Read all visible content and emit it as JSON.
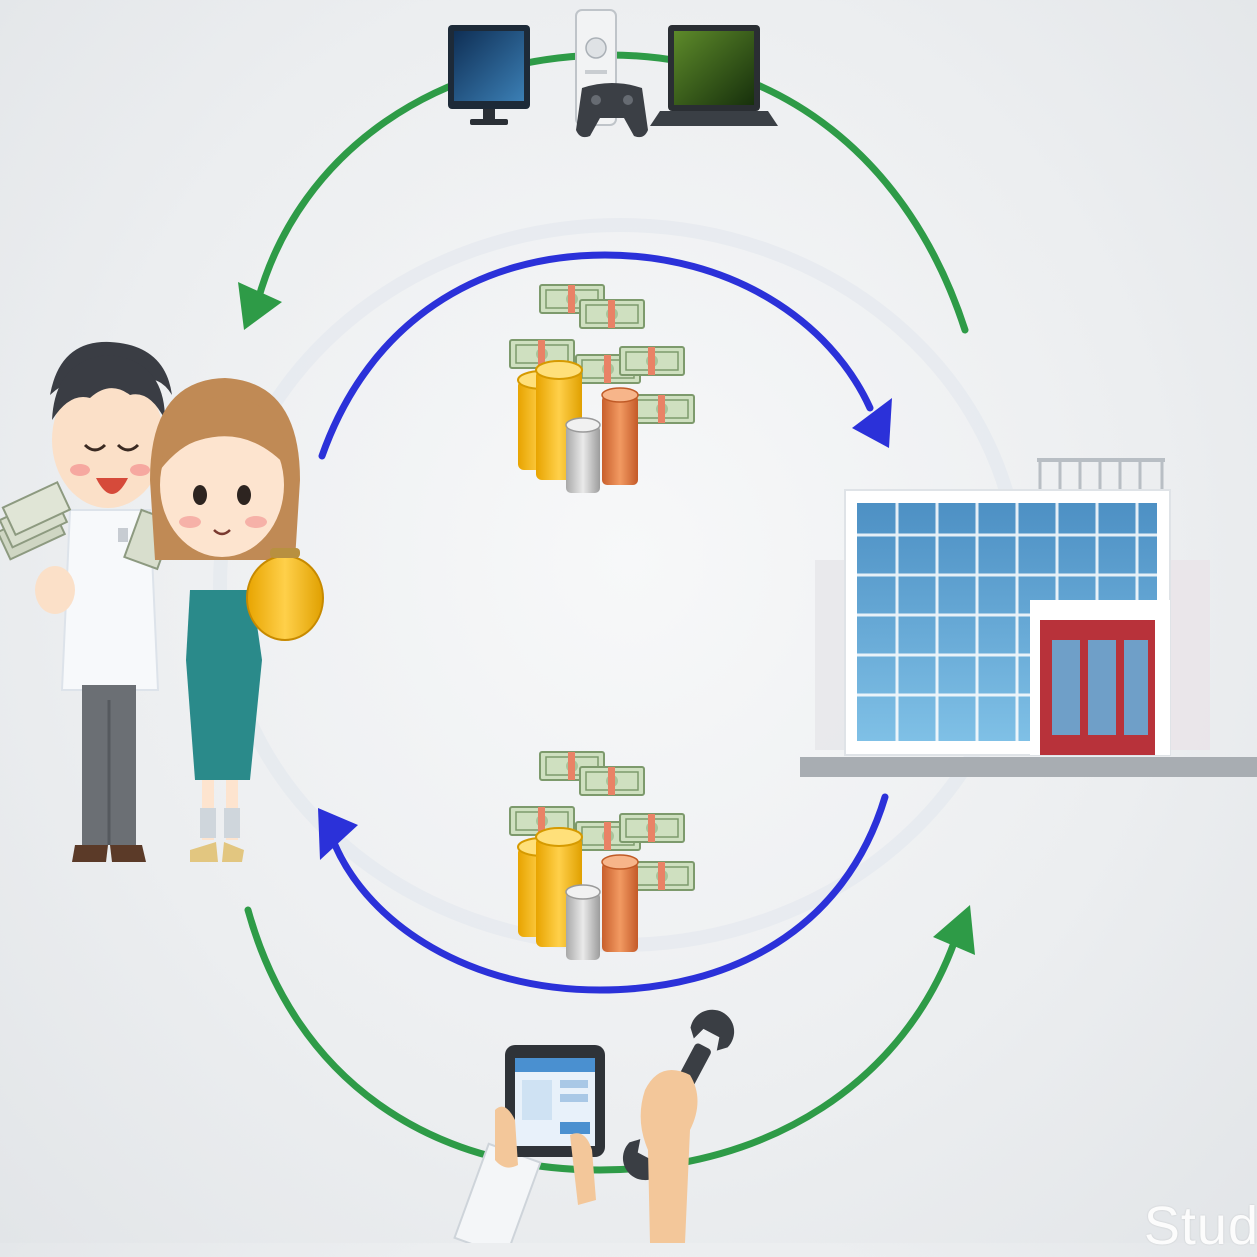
{
  "diagram": {
    "colors": {
      "goods_flow_arrow": "#2e9b47",
      "money_flow_arrow": "#2b31d9",
      "background": "#eceef0"
    },
    "nodes": [
      {
        "id": "households",
        "icon": "couple-with-money-icon"
      },
      {
        "id": "firms",
        "icon": "office-building-icon"
      },
      {
        "id": "goods",
        "icon": "electronics-goods-icon"
      },
      {
        "id": "money-top",
        "icon": "money-stack-icon"
      },
      {
        "id": "money-bottom",
        "icon": "money-stack-icon"
      },
      {
        "id": "services",
        "icon": "tablet-and-wrench-icon"
      }
    ]
  },
  "watermark": {
    "text": "Study"
  }
}
